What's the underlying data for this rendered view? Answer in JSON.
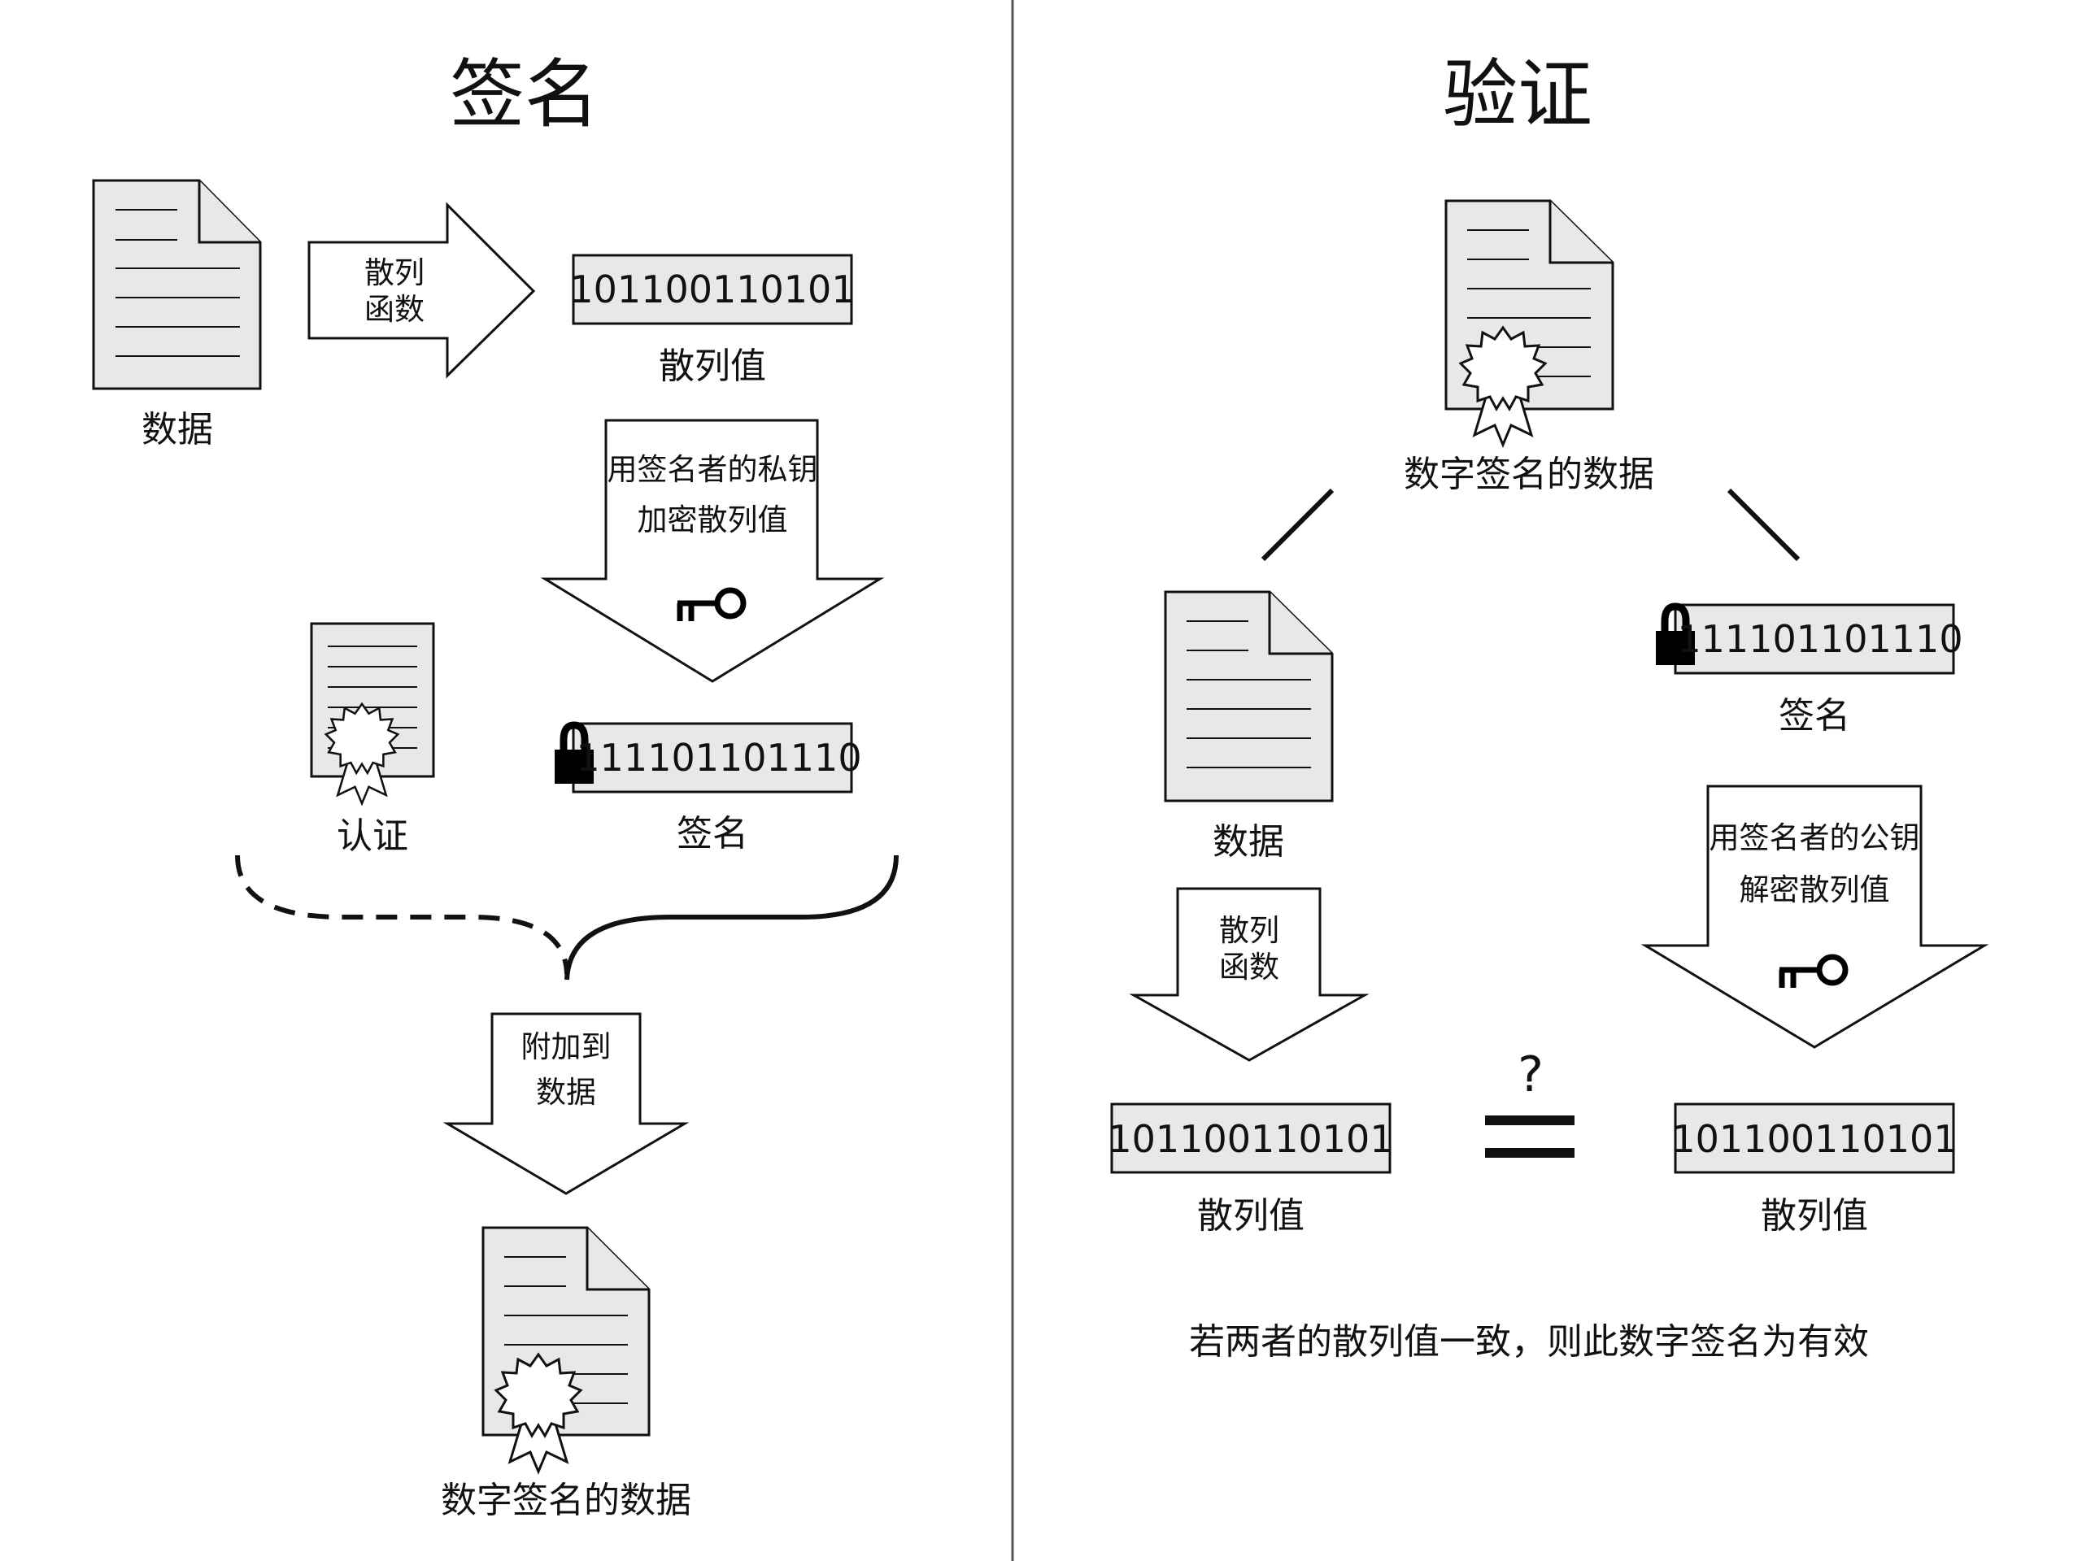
{
  "sign": {
    "title": "签名",
    "data_label": "数据",
    "hash_fn_line1": "散列",
    "hash_fn_line2": "函数",
    "hash_bits": "101100110101",
    "hash_label": "散列值",
    "encrypt_line1": "用签名者的私钥",
    "encrypt_line2": "加密散列值",
    "cert_label": "认证",
    "sig_bits": "111101101110",
    "sig_label": "签名",
    "attach_line1": "附加到",
    "attach_line2": "数据",
    "result_label": "数字签名的数据"
  },
  "verify": {
    "title": "验证",
    "signed_label": "数字签名的数据",
    "data_label": "数据",
    "sig_bits": "111101101110",
    "sig_label": "签名",
    "hash_fn_line1": "散列",
    "hash_fn_line2": "函数",
    "decrypt_line1": "用签名者的公钥",
    "decrypt_line2": "解密散列值",
    "hash_bits_left": "101100110101",
    "hash_bits_right": "101100110101",
    "hash_label_left": "散列值",
    "hash_label_right": "散列值",
    "question_mark": "?",
    "conclusion": "若两者的散列值一致，则此数字签名为有效"
  },
  "icons": [
    "document-icon",
    "key-icon",
    "lock-icon",
    "certificate-seal-icon"
  ]
}
